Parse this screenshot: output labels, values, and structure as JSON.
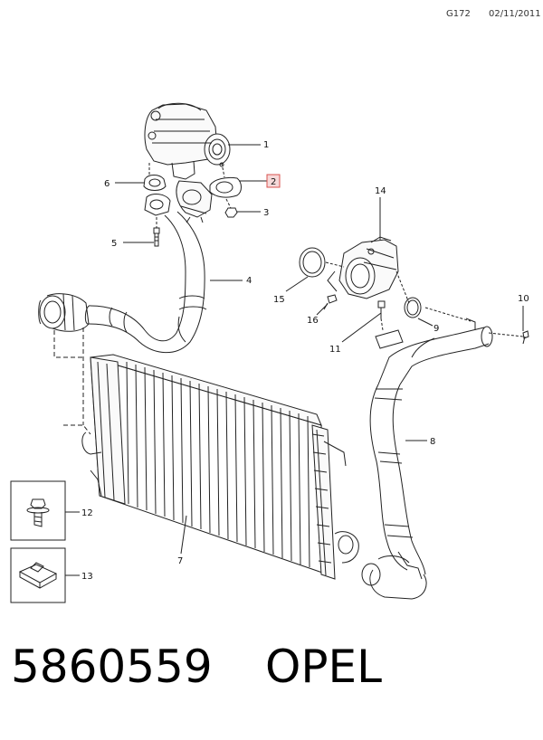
{
  "header": {
    "code": "G172",
    "date": "02/11/2011"
  },
  "callouts": [
    {
      "id": "c1",
      "label": "1"
    },
    {
      "id": "c2",
      "label": "2",
      "highlighted": true
    },
    {
      "id": "c3",
      "label": "3"
    },
    {
      "id": "c4",
      "label": "4"
    },
    {
      "id": "c5",
      "label": "5"
    },
    {
      "id": "c6",
      "label": "6"
    },
    {
      "id": "c7",
      "label": "7"
    },
    {
      "id": "c8",
      "label": "8"
    },
    {
      "id": "c9",
      "label": "9"
    },
    {
      "id": "c10",
      "label": "10"
    },
    {
      "id": "c11",
      "label": "11"
    },
    {
      "id": "c12",
      "label": "12"
    },
    {
      "id": "c13",
      "label": "13"
    },
    {
      "id": "c14",
      "label": "14"
    },
    {
      "id": "c15",
      "label": "15"
    },
    {
      "id": "c16",
      "label": "16"
    }
  ],
  "footer": {
    "part_number": "5860559",
    "brand": "OPEL"
  },
  "colors": {
    "line": "#222222",
    "highlight_border": "#d9534f",
    "highlight_fill": "#f6d9d9"
  }
}
